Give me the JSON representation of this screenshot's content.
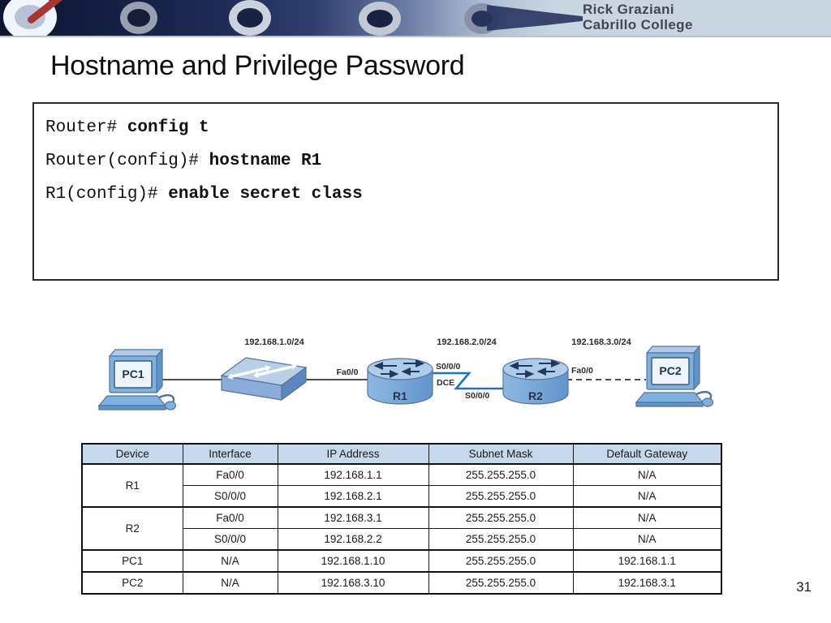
{
  "banner": {
    "author_line1": "Rick Graziani",
    "author_line2": "Cabrillo College"
  },
  "title": "Hostname and Privilege Password",
  "page_number": "31",
  "code_box": {
    "lines": [
      {
        "prompt": "Router# ",
        "command": "config t"
      },
      {
        "prompt": "Router(config)# ",
        "command": "hostname R1"
      },
      {
        "prompt": "R1(config)# ",
        "command": "enable secret class"
      }
    ]
  },
  "diagram": {
    "network_labels": [
      "192.168.1.0/24",
      "192.168.2.0/24",
      "192.168.3.0/24"
    ],
    "devices": {
      "pc1": "PC1",
      "r1": "R1",
      "r2": "R2",
      "pc2": "PC2"
    },
    "interface_labels": {
      "sw_r1": "Fa0/0",
      "r1_serial": "S0/0/0",
      "r1_dce": "DCE",
      "r2_serial": "S0/0/0",
      "r2_lan": "Fa0/0"
    }
  },
  "table": {
    "headers": [
      "Device",
      "Interface",
      "IP Address",
      "Subnet Mask",
      "Default Gateway"
    ],
    "groups": [
      {
        "device": "R1",
        "rows": [
          [
            "Fa0/0",
            "192.168.1.1",
            "255.255.255.0",
            "N/A"
          ],
          [
            "S0/0/0",
            "192.168.2.1",
            "255.255.255.0",
            "N/A"
          ]
        ]
      },
      {
        "device": "R2",
        "rows": [
          [
            "Fa0/0",
            "192.168.3.1",
            "255.255.255.0",
            "N/A"
          ],
          [
            "S0/0/0",
            "192.168.2.2",
            "255.255.255.0",
            "N/A"
          ]
        ]
      },
      {
        "device": "PC1",
        "rows": [
          [
            "N/A",
            "192.168.1.10",
            "255.255.255.0",
            "192.168.1.1"
          ]
        ]
      },
      {
        "device": "PC2",
        "rows": [
          [
            "N/A",
            "192.168.3.10",
            "255.255.255.0",
            "192.168.3.1"
          ]
        ]
      }
    ]
  },
  "colors": {
    "cisco_blue": "#7FB0DE",
    "cisco_blue_dark": "#5D94CC",
    "cisco_blue_light": "#AECBE8",
    "serial_link": "#1B75BC",
    "table_header_bg": "#C6D8EA",
    "banner_bg": "#C9D6E2"
  }
}
